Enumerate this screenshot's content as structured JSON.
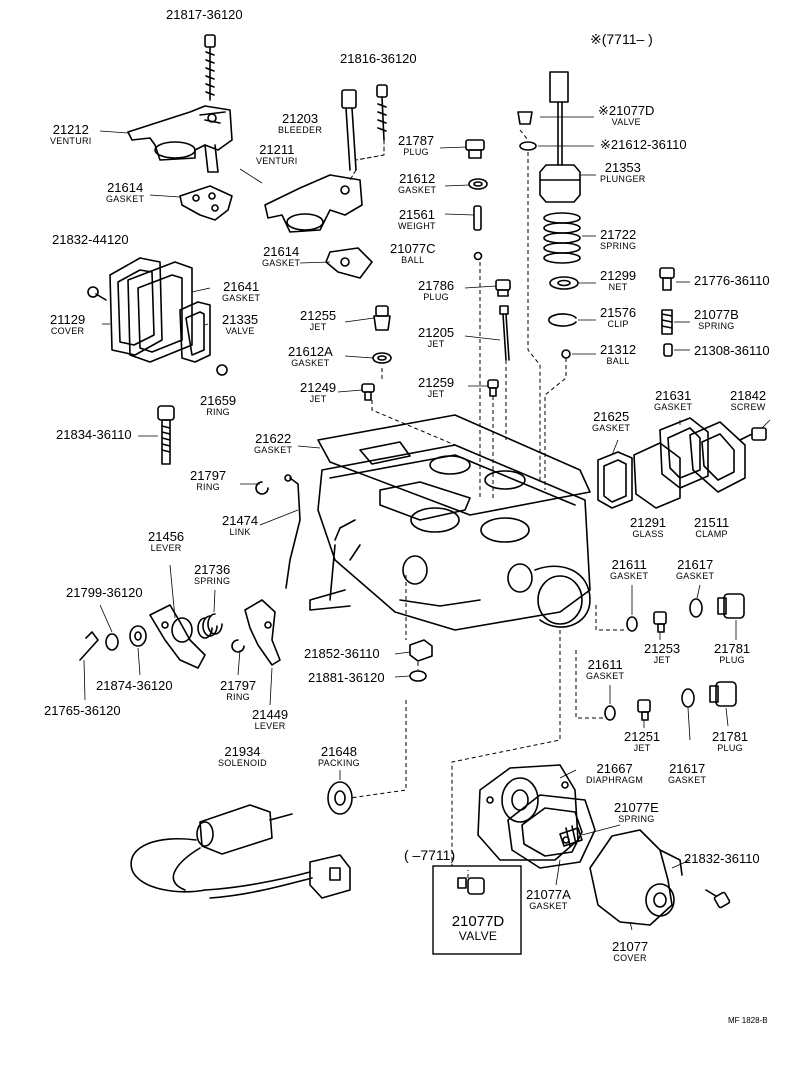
{
  "header_note": "※(7711–       )",
  "footer_code": "MF  1828-B",
  "inset": {
    "range": "(       –7711)",
    "part": "21077D",
    "name": "VALVE"
  },
  "parts": [
    {
      "id": "p1",
      "num": "21817-36120",
      "name": ""
    },
    {
      "id": "p2",
      "num": "21816-36120",
      "name": ""
    },
    {
      "id": "p3",
      "num": "21212",
      "name": "VENTURI"
    },
    {
      "id": "p4",
      "num": "21203",
      "name": "BLEEDER"
    },
    {
      "id": "p5",
      "num": "21211",
      "name": "VENTURI"
    },
    {
      "id": "p6",
      "num": "21787",
      "name": "PLUG"
    },
    {
      "id": "p7",
      "num": "21614",
      "name": "GASKET"
    },
    {
      "id": "p8",
      "num": "21612",
      "name": "GASKET"
    },
    {
      "id": "p9",
      "num": "21561",
      "name": "WEIGHT"
    },
    {
      "id": "p10",
      "num": "21832-44120",
      "name": ""
    },
    {
      "id": "p11",
      "num": "21614",
      "name": "GASKET"
    },
    {
      "id": "p12",
      "num": "21077C",
      "name": "BALL"
    },
    {
      "id": "p13",
      "num": "21641",
      "name": "GASKET"
    },
    {
      "id": "p14",
      "num": "21786",
      "name": "PLUG"
    },
    {
      "id": "p15",
      "num": "21129",
      "name": "COVER"
    },
    {
      "id": "p16",
      "num": "21335",
      "name": "VALVE"
    },
    {
      "id": "p17",
      "num": "21255",
      "name": "JET"
    },
    {
      "id": "p18",
      "num": "21205",
      "name": "JET"
    },
    {
      "id": "p19",
      "num": "21612A",
      "name": "GASKET"
    },
    {
      "id": "p20",
      "num": "21659",
      "name": "RING"
    },
    {
      "id": "p21",
      "num": "21249",
      "name": "JET"
    },
    {
      "id": "p22",
      "num": "21259",
      "name": "JET"
    },
    {
      "id": "p23",
      "num": "※21077D",
      "name": "VALVE"
    },
    {
      "id": "p24",
      "num": "※21612-36110",
      "name": ""
    },
    {
      "id": "p25",
      "num": "21353",
      "name": "PLUNGER"
    },
    {
      "id": "p26",
      "num": "21722",
      "name": "SPRING"
    },
    {
      "id": "p27",
      "num": "21299",
      "name": "NET"
    },
    {
      "id": "p28",
      "num": "21776-36110",
      "name": ""
    },
    {
      "id": "p29",
      "num": "21576",
      "name": "CLIP"
    },
    {
      "id": "p30",
      "num": "21077B",
      "name": "SPRING"
    },
    {
      "id": "p31",
      "num": "21312",
      "name": "BALL"
    },
    {
      "id": "p32",
      "num": "21308-36110",
      "name": ""
    },
    {
      "id": "p33",
      "num": "21631",
      "name": "GASKET"
    },
    {
      "id": "p34",
      "num": "21842",
      "name": "SCREW"
    },
    {
      "id": "p35",
      "num": "21625",
      "name": "GASKET"
    },
    {
      "id": "p36",
      "num": "21834-36110",
      "name": ""
    },
    {
      "id": "p37",
      "num": "21622",
      "name": "GASKET"
    },
    {
      "id": "p38",
      "num": "21797",
      "name": "RING"
    },
    {
      "id": "p39",
      "num": "21474",
      "name": "LINK"
    },
    {
      "id": "p40",
      "num": "21291",
      "name": "GLASS"
    },
    {
      "id": "p41",
      "num": "21511",
      "name": "CLAMP"
    },
    {
      "id": "p42",
      "num": "21456",
      "name": "LEVER"
    },
    {
      "id": "p43",
      "num": "21736",
      "name": "SPRING"
    },
    {
      "id": "p44",
      "num": "21799-36120",
      "name": ""
    },
    {
      "id": "p45",
      "num": "21611",
      "name": "GASKET"
    },
    {
      "id": "p46",
      "num": "21617",
      "name": "GASKET"
    },
    {
      "id": "p47",
      "num": "21253",
      "name": "JET"
    },
    {
      "id": "p48",
      "num": "21781",
      "name": "PLUG"
    },
    {
      "id": "p49",
      "num": "21852-36110",
      "name": ""
    },
    {
      "id": "p50",
      "num": "21874-36120",
      "name": ""
    },
    {
      "id": "p51",
      "num": "21797",
      "name": "RING"
    },
    {
      "id": "p52",
      "num": "21881-36120",
      "name": ""
    },
    {
      "id": "p53",
      "num": "21765-36120",
      "name": ""
    },
    {
      "id": "p54",
      "num": "21449",
      "name": "LEVER"
    },
    {
      "id": "p55",
      "num": "21611",
      "name": "GASKET"
    },
    {
      "id": "p56",
      "num": "21251",
      "name": "JET"
    },
    {
      "id": "p57",
      "num": "21781",
      "name": "PLUG"
    },
    {
      "id": "p58",
      "num": "21617",
      "name": "GASKET"
    },
    {
      "id": "p59",
      "num": "21934",
      "name": "SOLENOID"
    },
    {
      "id": "p60",
      "num": "21648",
      "name": "PACKING"
    },
    {
      "id": "p61",
      "num": "21667",
      "name": "DIAPHRAGM"
    },
    {
      "id": "p62",
      "num": "21077E",
      "name": "SPRING"
    },
    {
      "id": "p63",
      "num": "21832-36110",
      "name": ""
    },
    {
      "id": "p64",
      "num": "21077A",
      "name": "GASKET"
    },
    {
      "id": "p65",
      "num": "21077",
      "name": "COVER"
    }
  ]
}
